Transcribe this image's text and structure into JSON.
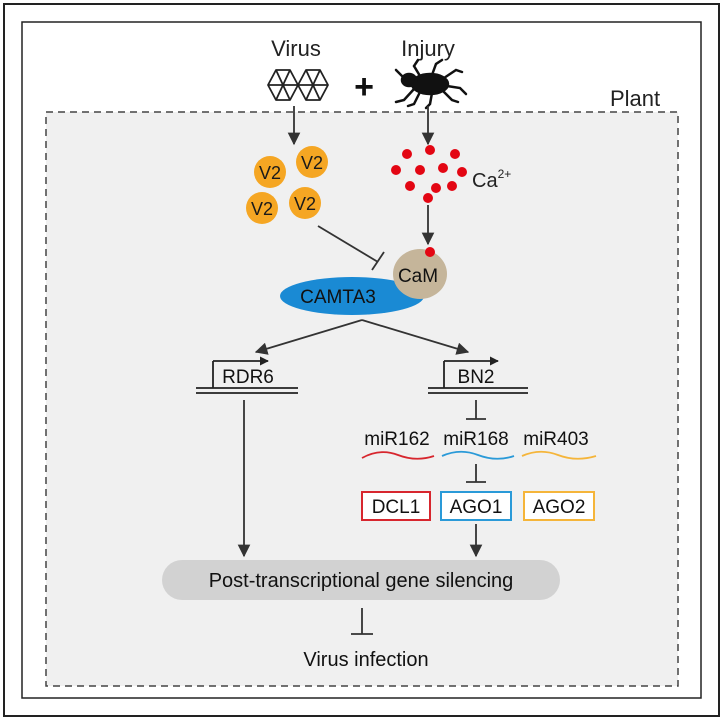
{
  "labels": {
    "virus": "Virus",
    "injury": "Injury",
    "plus": "+",
    "plant": "Plant",
    "v2": "V2",
    "ca_base": "Ca",
    "ca_sup": "2+",
    "cam": "CaM",
    "camta3": "CAMTA3",
    "rdr6": "RDR6",
    "bn2": "BN2",
    "mir162": "miR162",
    "mir168": "miR168",
    "mir403": "miR403",
    "dcl1": "DCL1",
    "ago1": "AGO1",
    "ago2": "AGO2",
    "ptgs": "Post-transcriptional gene silencing",
    "virus_infection": "Virus infection"
  },
  "colors": {
    "v2_fill": "#f5a623",
    "calcium": "#e30613",
    "cam_fill": "#c5b59a",
    "camta3_fill": "#1a8ad4",
    "plant_bg": "#f0f0f0",
    "ptgs_fill": "#d2d2d2",
    "dcl1_mir162": "#d7262e",
    "ago1_mir168": "#2a9ad8",
    "ago2_mir403": "#f5b53a"
  },
  "icons": {
    "virus": "virus-capsid-icon",
    "injury": "insect-icon"
  }
}
